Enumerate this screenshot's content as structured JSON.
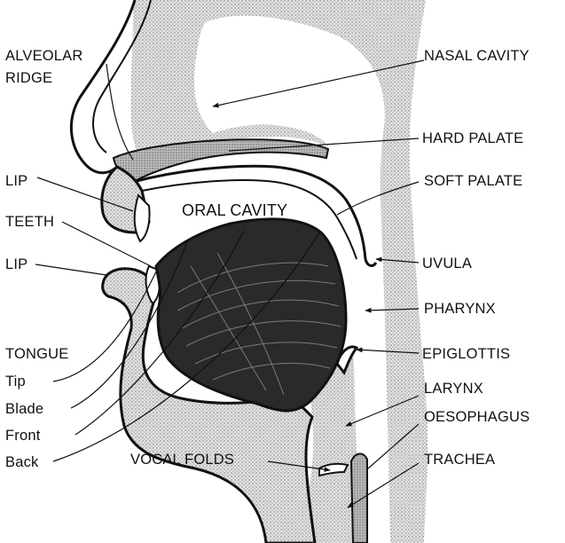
{
  "labels": {
    "alveolar": "ALVEOLAR",
    "ridge": "RIDGE",
    "nasal_cavity": "NASAL CAVITY",
    "hard_palate": "HARD PALATE",
    "lip_upper": "LIP",
    "soft_palate": "SOFT PALATE",
    "teeth": "TEETH",
    "oral_cavity": "ORAL CAVITY",
    "lip_lower": "LIP",
    "uvula": "UVULA",
    "pharynx": "PHARYNX",
    "tongue": "TONGUE",
    "epiglottis": "EPIGLOTTIS",
    "tip": "Tip",
    "larynx": "LARYNX",
    "blade": "Blade",
    "oesophagus": "OESOPHAGUS",
    "front": "Front",
    "back": "Back",
    "vocal_folds": "VOCAL FOLDS",
    "trachea": "TRACHEA"
  },
  "colors": {
    "ink": "#111111",
    "stipple": "#bdbdbd",
    "tongue": "#2a2a2a",
    "background": "#ffffff"
  }
}
